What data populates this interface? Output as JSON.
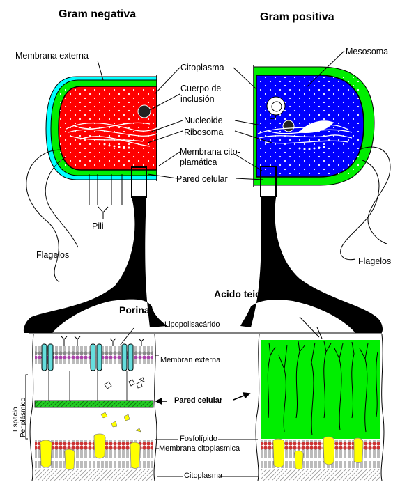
{
  "titles": {
    "left": "Gram negativa",
    "right": "Gram positiva"
  },
  "labels": {
    "membrana_externa": "Membrana externa",
    "citoplasma": "Citoplasma",
    "cuerpo_inclusion_1": "Cuerpo de",
    "cuerpo_inclusion_2": "inclusión",
    "nucleoide": "Nucleoide",
    "ribosoma": "Ribosoma",
    "membrana_cito_1": "Membrana cito-",
    "membrana_cito_2": "plamática",
    "pared_celular": "Pared celular",
    "mesosoma": "Mesosoma",
    "pili": "Pili",
    "flagelos_left": "Flagelos",
    "flagelos_right": "Flagelos",
    "porina": "Porina",
    "acido_teicoico": "Acido teicoico",
    "lipopolisacarido": "Lipopolisacárido",
    "membran_externa": "Membran externa",
    "pared_celular_bottom": "Pared celular",
    "espacio": "Espacio",
    "periplasmico": "Periplásmico",
    "fosfolipido": "Fosfolípido",
    "membrana_citoplasmica": "Membrana citoplasmica",
    "citoplasma_bottom": "Citoplasma"
  },
  "colors": {
    "gram_negative_cytoplasm": "#ff0000",
    "gram_positive_cytoplasm": "#0000ff",
    "cell_wall_green": "#00ee00",
    "outer_membrane_cyan": "#00ffff",
    "porin_cyan": "#66dddd",
    "lipid_head_purple": "#aa44aa",
    "protein_yellow": "#ffff00",
    "lipid_head_red": "#cc3333"
  }
}
